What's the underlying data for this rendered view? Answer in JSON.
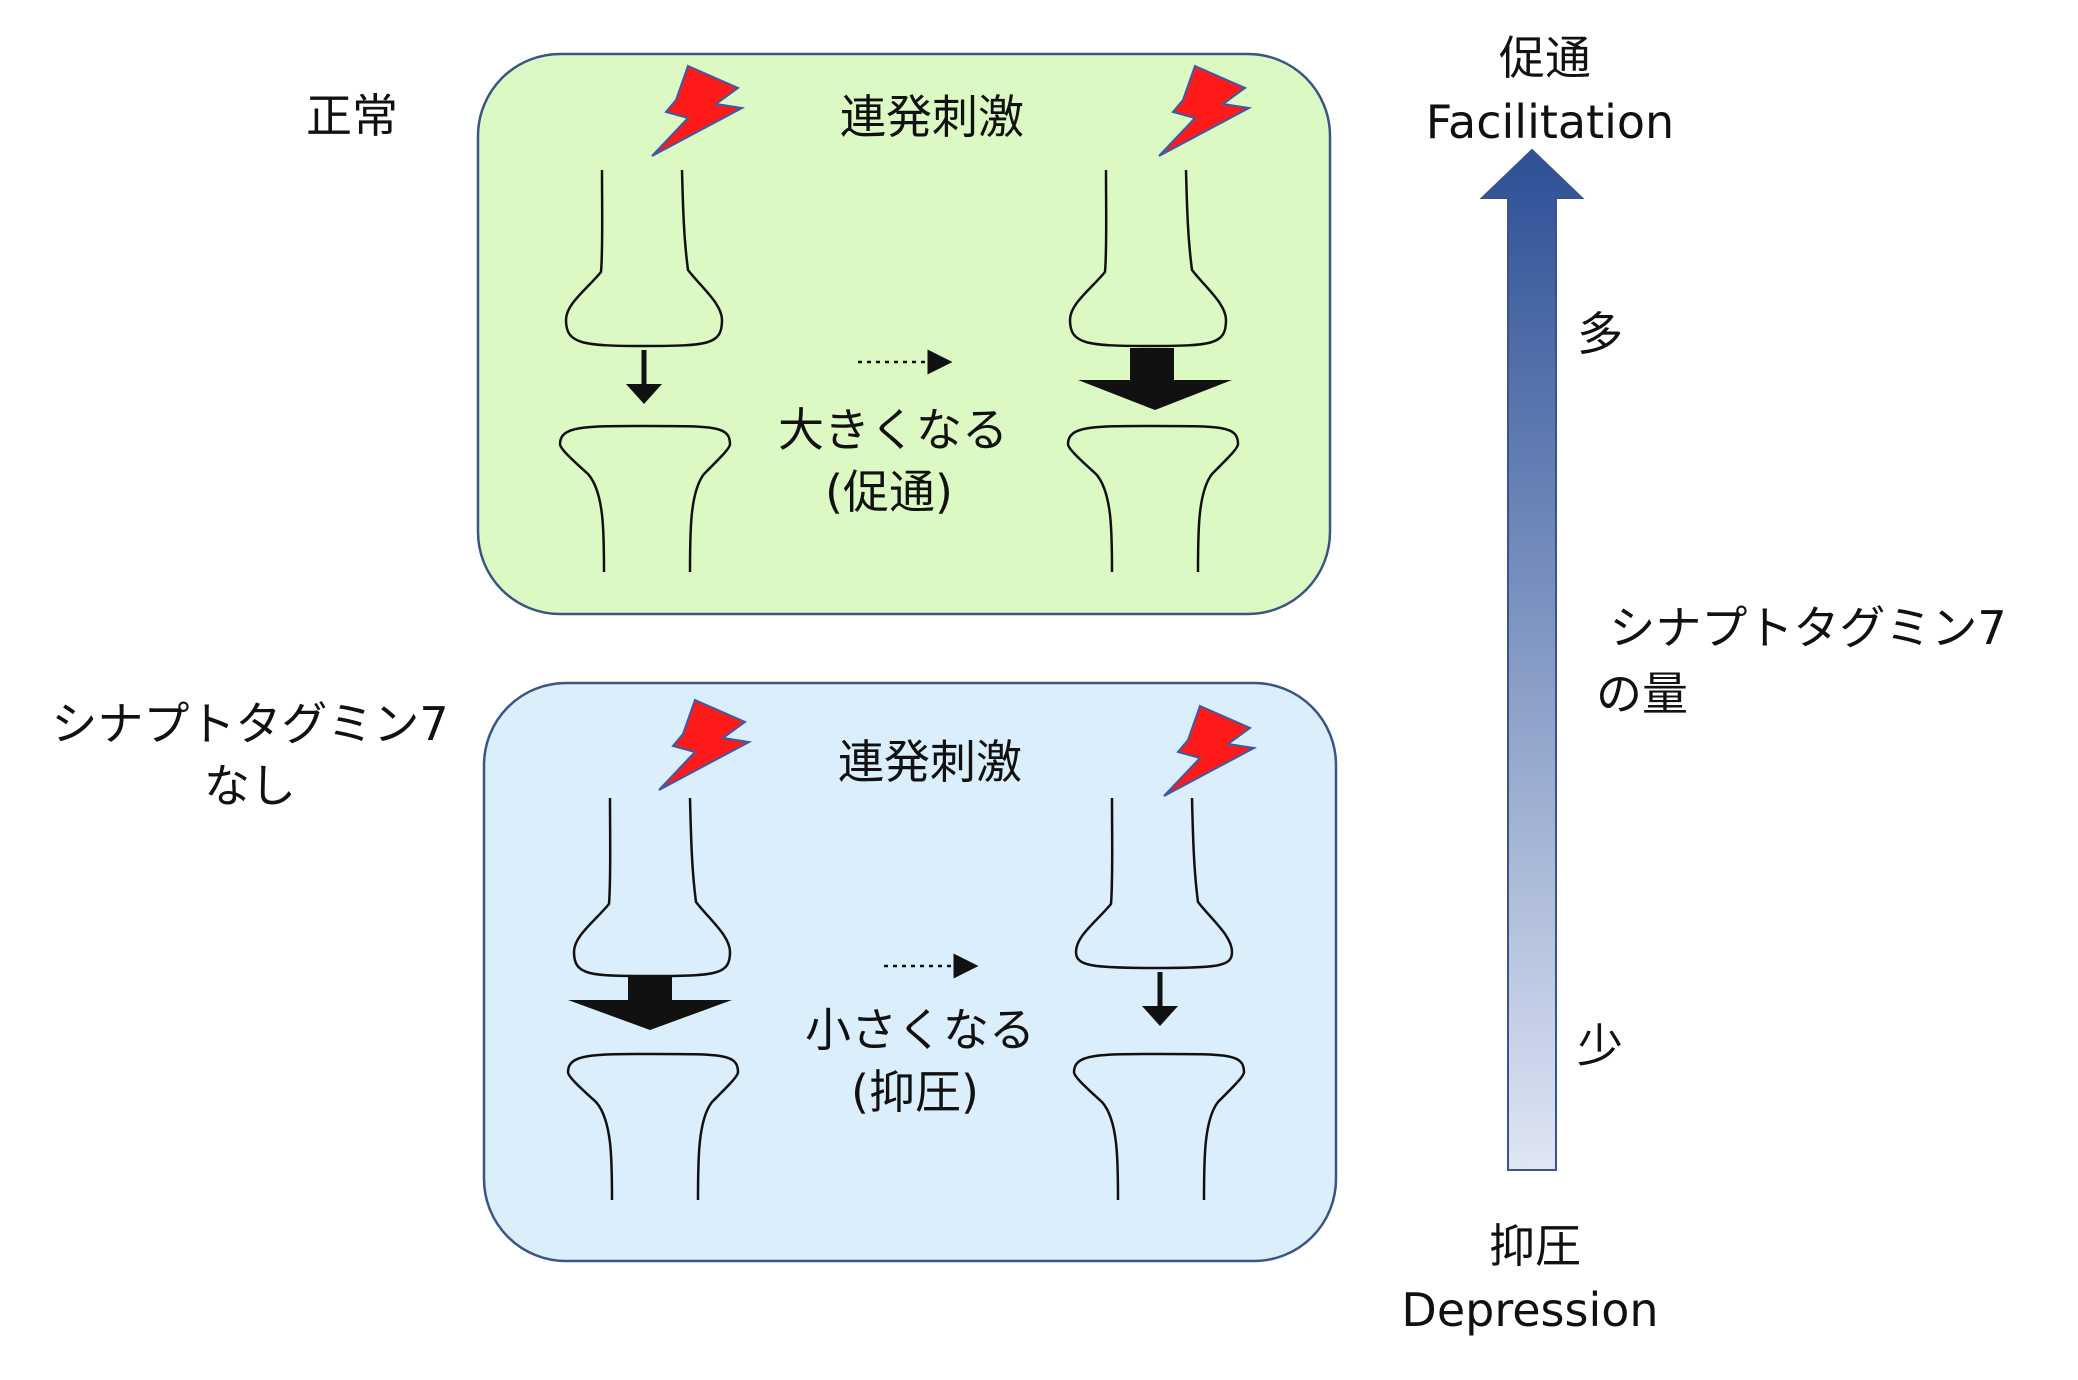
{
  "rows": {
    "normal": {
      "label": "正常"
    },
    "knockout": {
      "label_line1": "シナプトタグミン7",
      "label_line2": "なし"
    }
  },
  "panels": {
    "top": {
      "stimulus_label": "連発刺激",
      "change_line1": "大きくなる",
      "change_line2": "(促通)",
      "color": "#dcf9c3",
      "first_response": "small",
      "second_response": "large"
    },
    "bottom": {
      "stimulus_label": "連発刺激",
      "change_line1": "小さくなる",
      "change_line2": "(抑圧)",
      "color": "#dbeefb",
      "first_response": "large",
      "second_response": "small"
    }
  },
  "scale": {
    "top_label": "促通",
    "top_label_en": "Facilitation",
    "bottom_label": "抑圧",
    "bottom_label_en": "Depression",
    "high_label": "多",
    "low_label": "少",
    "quantity_line1": "シナプトタグミン7",
    "quantity_line2": "の量",
    "gradient_top": "#2c4f96",
    "gradient_bottom": "#dfe6f4"
  },
  "colors": {
    "panel_border": "#3a5486",
    "lightning_fill": "#ff1a1a",
    "lightning_stroke": "#3b5aa8"
  }
}
